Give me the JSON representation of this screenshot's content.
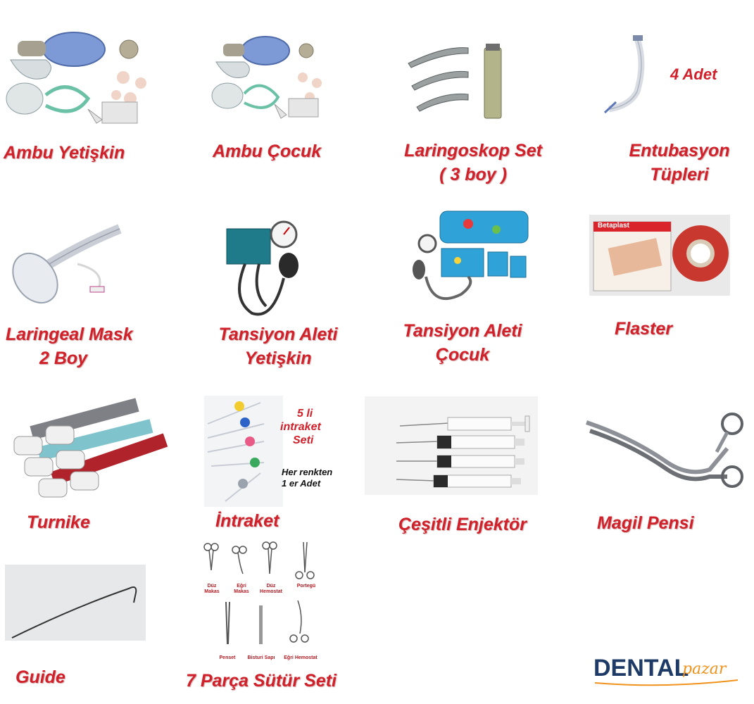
{
  "items": [
    {
      "key": "ambu-adult",
      "lines": [
        "Ambu Yetişkin"
      ]
    },
    {
      "key": "ambu-child",
      "lines": [
        "Ambu Çocuk"
      ]
    },
    {
      "key": "laryngoscope",
      "lines": [
        "Laringoskop Set",
        "( 3 boy )"
      ]
    },
    {
      "key": "intubation",
      "lines": [
        "Entubasyon",
        "Tüpleri"
      ],
      "note": "4 Adet"
    },
    {
      "key": "laryngeal-mask",
      "lines": [
        "Laringeal Mask",
        "2 Boy"
      ]
    },
    {
      "key": "bp-adult",
      "lines": [
        "Tansiyon Aleti",
        "Yetişkin"
      ]
    },
    {
      "key": "bp-child",
      "lines": [
        "Tansiyon Aleti",
        "Çocuk"
      ]
    },
    {
      "key": "plaster",
      "lines": [
        "Flaster"
      ],
      "brand": "Betaplast"
    },
    {
      "key": "tourniquet",
      "lines": [
        "Turnike"
      ]
    },
    {
      "key": "intraket",
      "lines": [
        "İntraket"
      ],
      "note_lines": [
        "5 li",
        "intraket",
        "Seti"
      ],
      "sub_lines": [
        "Her renkten",
        "1 er Adet"
      ]
    },
    {
      "key": "syringes",
      "lines": [
        "Çeşitli Enjektör"
      ]
    },
    {
      "key": "magill",
      "lines": [
        "Magil Pensi"
      ]
    },
    {
      "key": "guide",
      "lines": [
        "Guide"
      ]
    },
    {
      "key": "suture",
      "lines": [
        "7 Parça Sütür Seti"
      ],
      "tools": [
        "Düz Makas",
        "Eğri Makas",
        "Düz Hemostat",
        "Portegü",
        "Penset",
        "Bisturi Sapı",
        "Eğri Hemostat"
      ]
    }
  ],
  "logo": {
    "main": "DENTAL",
    "script": "pazar"
  },
  "colors": {
    "caption": "#d0202a",
    "logo_main": "#1e3a66",
    "logo_accent": "#f0921c"
  }
}
